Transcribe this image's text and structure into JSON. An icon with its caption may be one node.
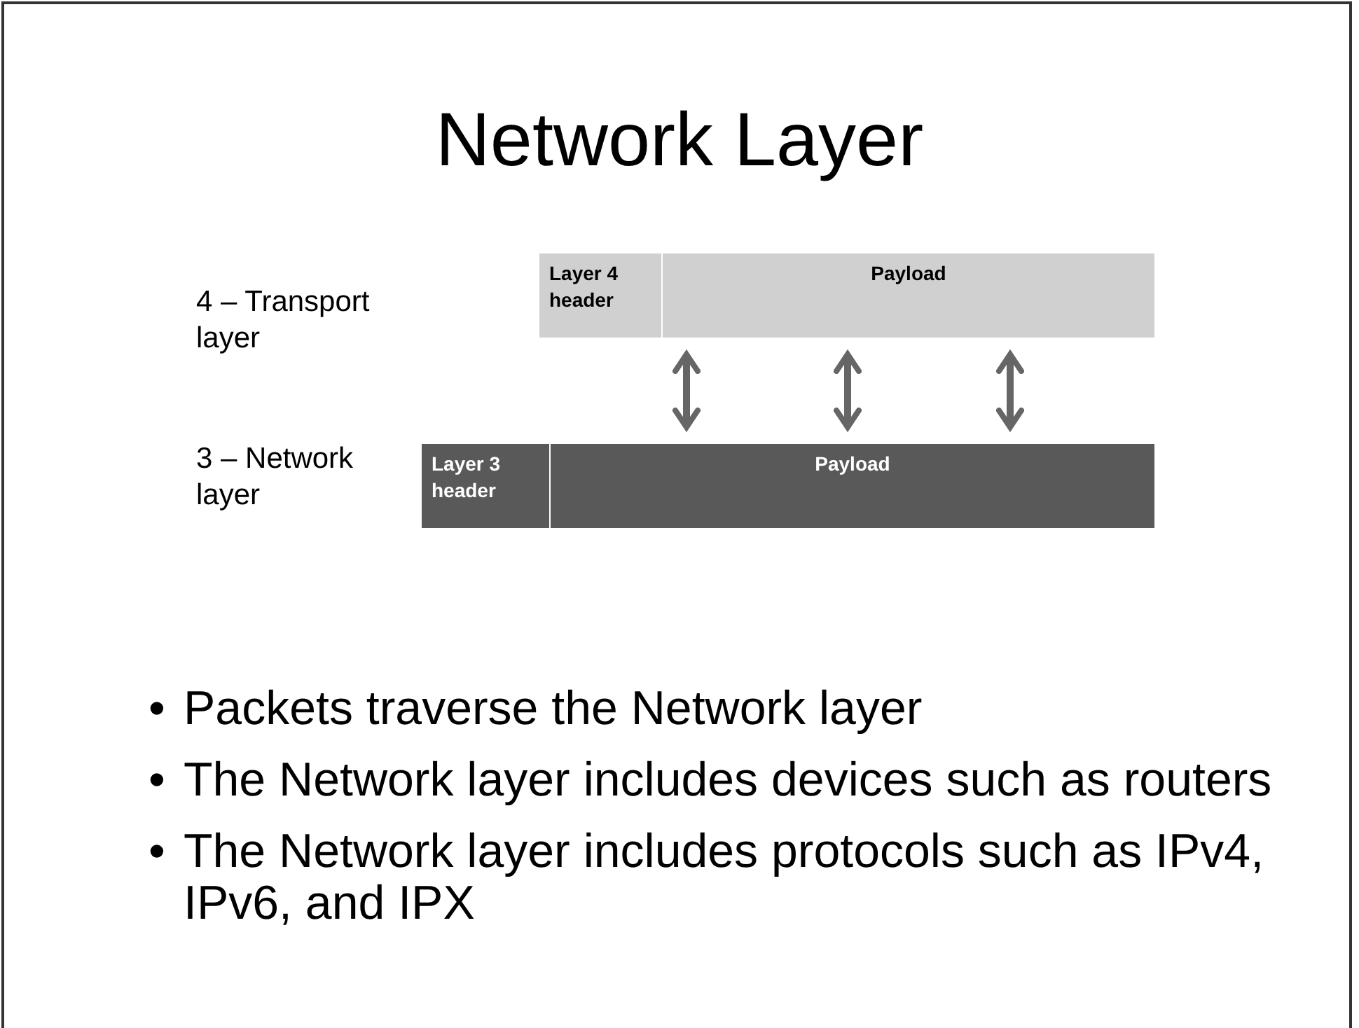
{
  "diagram": {
    "title": "Network Layer",
    "nodes": [
      {
        "text": [
          "Layer 4 header"
        ]
      },
      {
        "text": [
          "Payload"
        ]
      },
      {
        "text": [
          "Layer 3 header"
        ]
      },
      {
        "text": [
          "Payload"
        ]
      }
    ],
    "edges": [
      {
        "from": 1,
        "to": 3,
        "arrow": "both"
      },
      {
        "from": 1,
        "to": 3,
        "arrow": "both"
      },
      {
        "from": 1,
        "to": 3,
        "arrow": "both"
      }
    ],
    "labels": [
      "4 – Transport layer",
      "3 – Network layer",
      "•",
      "Packets traverse the Network layer",
      "•",
      "The Network layer includes devices such as routers",
      "•",
      "The Network layer includes protocols such as IPv4, IPv6, and IPX"
    ]
  }
}
